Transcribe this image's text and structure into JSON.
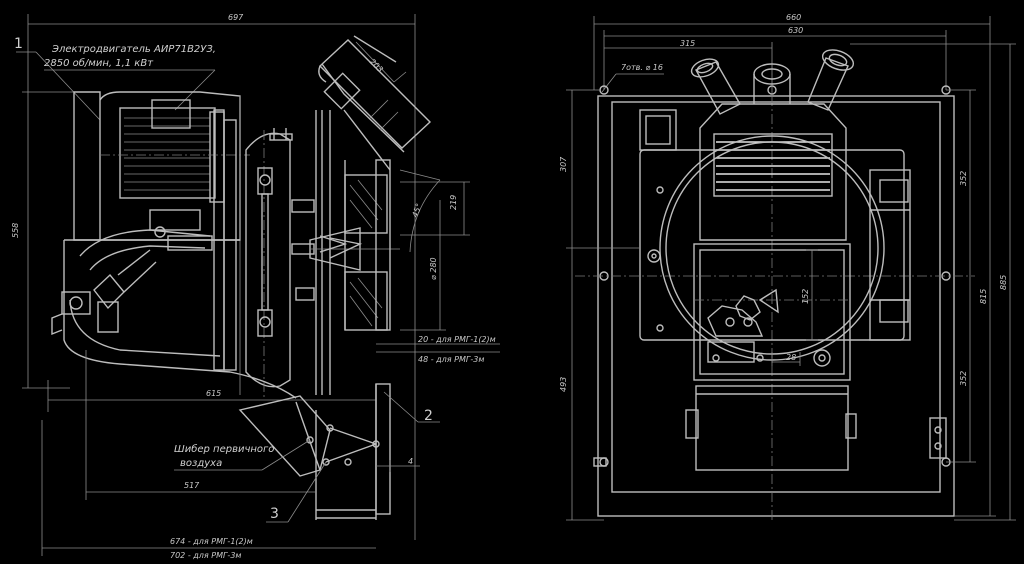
{
  "left_view": {
    "dims": {
      "overall_width": "697",
      "height": "558",
      "h_615": "615",
      "h_517": "517",
      "d_203": "203",
      "d_219": "219",
      "angle": "45°",
      "diameter": "⌀ 280",
      "d_20": "20 - для РМГ-1(2)м",
      "d_48": "48 - для РМГ-3м",
      "d_4": "4",
      "d_674": "674 - для РМГ-1(2)м",
      "d_702": "702 - для РМГ-3м"
    },
    "notes": {
      "motor_line1": "Электродвигатель АИР71В2УЗ,",
      "motor_line2": "2850 об/мин, 1,1 кВт",
      "damper_line1": "Шибер первичного",
      "damper_line2": "воздуха"
    },
    "positions": {
      "p1": "1",
      "p2": "2",
      "p3": "3"
    }
  },
  "right_view": {
    "dims": {
      "w_660": "660",
      "w_630": "630",
      "w_315": "315",
      "holes": "7отв. ⌀ 16",
      "v_307": "307",
      "v_493": "493",
      "v_352a": "352",
      "v_352b": "352",
      "v_815": "815",
      "v_885": "885",
      "v_152": "152",
      "h_28": "28"
    }
  }
}
